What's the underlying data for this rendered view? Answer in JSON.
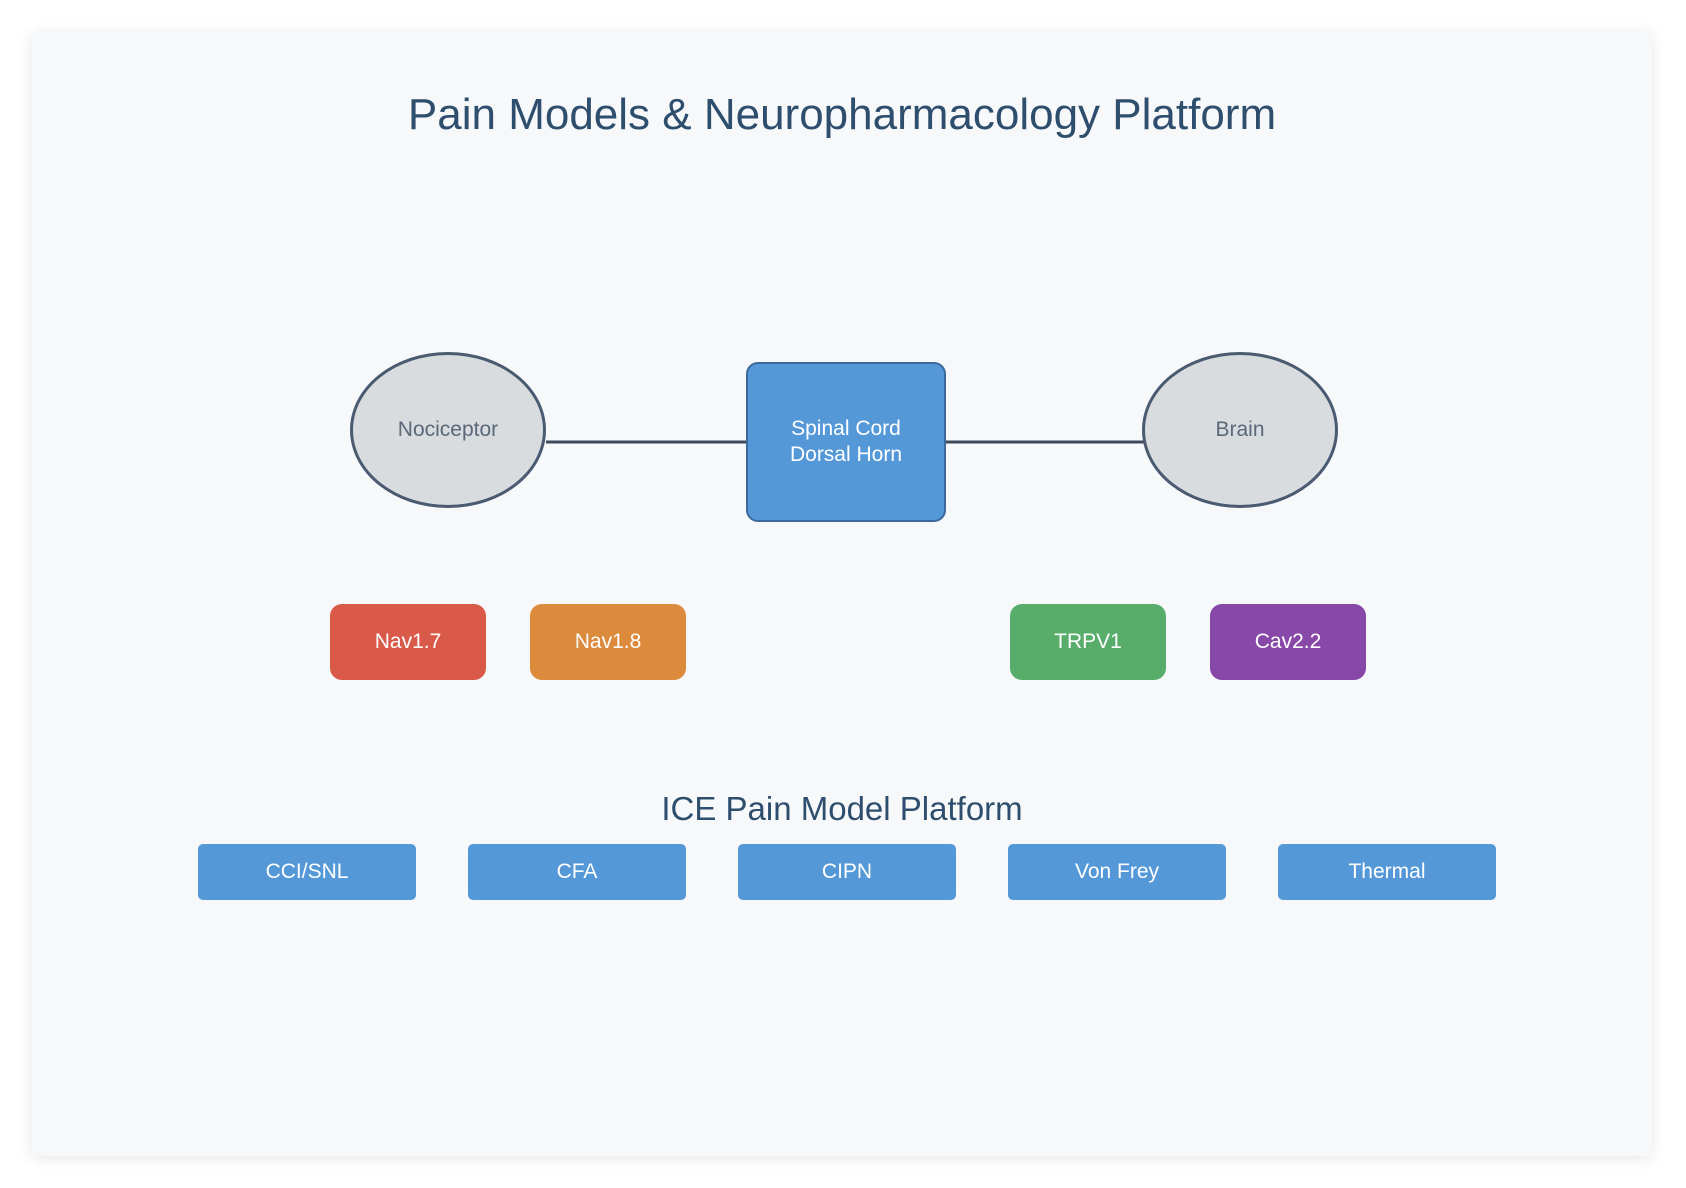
{
  "title": "Pain Models & Neuropharmacology Platform",
  "pathway": {
    "nociceptor": "Nociceptor",
    "spinal_cord_line1": "Spinal Cord",
    "spinal_cord_line2": "Dorsal Horn",
    "brain": "Brain"
  },
  "channels": [
    {
      "label": "Nav1.7",
      "color": "#d95a48"
    },
    {
      "label": "Nav1.8",
      "color": "#dc8a3c"
    },
    {
      "label": "TRPV1",
      "color": "#58ad6a"
    },
    {
      "label": "Cav2.2",
      "color": "#8848a8"
    }
  ],
  "platform": {
    "label": "ICE Pain Model Platform",
    "models": [
      "CCI/SNL",
      "CFA",
      "CIPN",
      "Von Frey",
      "Thermal"
    ],
    "color": "#5598d8"
  }
}
